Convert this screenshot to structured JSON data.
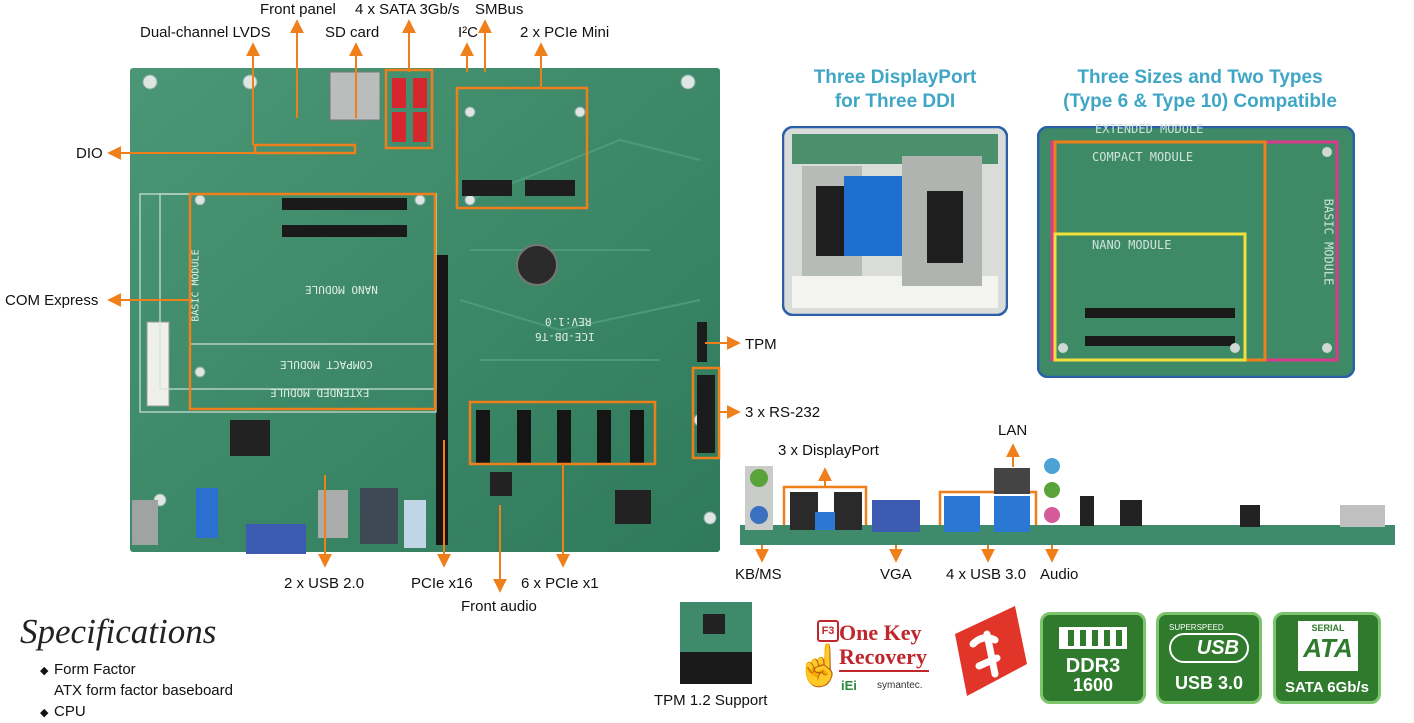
{
  "callouts": {
    "front_panel": "Front panel",
    "sata": "4 x SATA 3Gb/s",
    "smbus": "SMBus",
    "dual_lvds": "Dual-channel LVDS",
    "sd_card": "SD card",
    "i2c": "I²C",
    "pcie_mini": "2 x PCIe Mini",
    "dio": "DIO",
    "com_express": "COM Express",
    "tpm": "TPM",
    "rs232": "3 x RS-232",
    "usb20": "2 x USB 2.0",
    "pcie_x16": "PCIe x16",
    "pcie_x1": "6 x PCIe x1",
    "front_audio": "Front audio",
    "displayport": "3 x DisplayPort",
    "lan": "LAN",
    "kbms": "KB/MS",
    "vga": "VGA",
    "usb30": "4 x USB 3.0",
    "audio": "Audio"
  },
  "insets": {
    "dp_title_line1": "Three DisplayPort",
    "dp_title_line2": "for Three DDI",
    "sizes_title_line1": "Three Sizes and Two Types",
    "sizes_title_line2": "(Type 6 & Type 10) Compatible",
    "extended_module": "EXTENDED MODULE",
    "compact_module": "COMPACT MODULE",
    "nano_module": "NANO MODULE",
    "basic_module": "BASIC MODULE"
  },
  "board_silk": {
    "model": "ICE-DB-T6",
    "rev": "REV:1.0",
    "nano": "NANO MODULE",
    "compact": "COMPACT MODULE",
    "extended": "EXTENDED MODULE",
    "basic": "BASIC MODULE"
  },
  "specifications": {
    "title": "Specifications",
    "items": [
      {
        "heading": "Form Factor",
        "detail": "ATX form factor baseboard"
      },
      {
        "heading": "CPU",
        "detail": ""
      }
    ]
  },
  "badges": {
    "tpm_caption": "TPM 1.2 Support",
    "okr_line1": "One Key",
    "okr_line2": "Recovery",
    "okr_f3": "F3",
    "okr_brand1": "iEi",
    "okr_brand2": "symantec.",
    "ddr3_line1": "DDR3",
    "ddr3_line2": "1600",
    "usb_superspeed": "SUPERSPEED",
    "usb_logo": "USB",
    "usb_label": "USB 3.0",
    "sata_serial": "SERIAL",
    "sata_ata": "ATA",
    "sata_label": "SATA 6Gb/s"
  },
  "colors": {
    "board_green": "#3e8a6a",
    "callout_orange": "#ef7f1a",
    "title_blue": "#3fa6c6",
    "badge_green": "#2f7a2c",
    "nano_yellow": "#f2e03a",
    "basic_magenta": "#d93a8c"
  }
}
